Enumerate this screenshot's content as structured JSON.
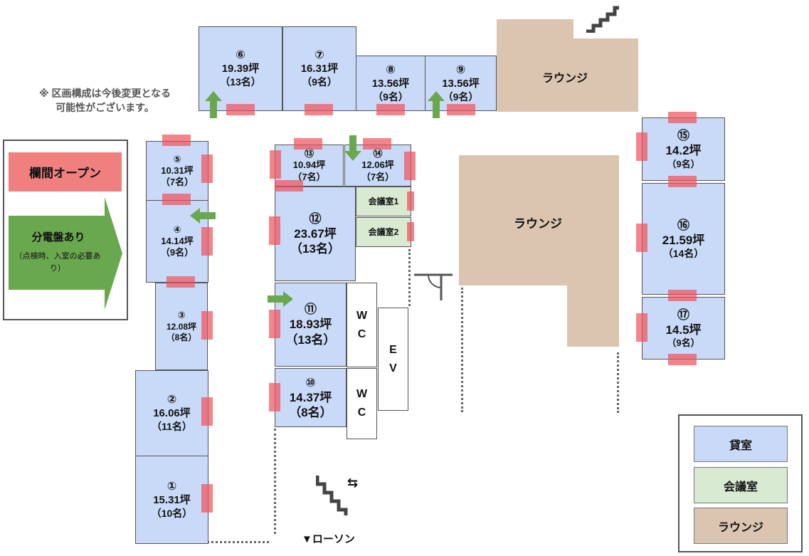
{
  "note": [
    "※ 区画構成は今後変更となる",
    "可能性がございます。"
  ],
  "legend_left": {
    "open_transom": "欄間オープン",
    "panel": "分電盤あり",
    "panel_note": "（点検時、入室の必要あり）"
  },
  "legend_right": {
    "rental": "貸室",
    "meeting": "会議室",
    "lounge": "ラウンジ"
  },
  "colors": {
    "rental": "#c9daf8",
    "meeting": "#d9ead3",
    "lounge": "#dcc5b0",
    "transom": "#f08080",
    "panel": "#6aa84f"
  },
  "rooms": {
    "r1": {
      "n": "①",
      "a": "15.31坪",
      "p": "（10名）"
    },
    "r2": {
      "n": "②",
      "a": "16.06坪",
      "p": "（11名）"
    },
    "r3": {
      "n": "③",
      "a": "12.08坪",
      "p": "（8名）"
    },
    "r4": {
      "n": "④",
      "a": "14.14坪",
      "p": "（9名）"
    },
    "r5": {
      "n": "⑤",
      "a": "10.31坪",
      "p": "（7名）"
    },
    "r6": {
      "n": "⑥",
      "a": "19.39坪",
      "p": "（13名）"
    },
    "r7": {
      "n": "⑦",
      "a": "16.31坪",
      "p": "（9名）"
    },
    "r8": {
      "n": "⑧",
      "a": "13.56坪",
      "p": "（9名）"
    },
    "r9": {
      "n": "⑨",
      "a": "13.56坪",
      "p": "（9名）"
    },
    "r10": {
      "n": "⑩",
      "a": "14.37坪",
      "p": "（8名）"
    },
    "r11": {
      "n": "⑪",
      "a": "18.93坪",
      "p": "（13名）"
    },
    "r12": {
      "n": "⑫",
      "a": "23.67坪",
      "p": "（13名）"
    },
    "r13": {
      "n": "⑬",
      "a": "10.94坪",
      "p": "（7名）"
    },
    "r14": {
      "n": "⑭",
      "a": "12.06坪",
      "p": "（7名）"
    },
    "r15": {
      "n": "⑮",
      "a": "14.2坪",
      "p": "（9名）"
    },
    "r16": {
      "n": "⑯",
      "a": "21.59坪",
      "p": "（14名）"
    },
    "r17": {
      "n": "⑰",
      "a": "14.5坪",
      "p": "（9名）"
    }
  },
  "meeting1": "会議室1",
  "meeting2": "会議室2",
  "wc": [
    "W",
    "C"
  ],
  "ev": [
    "E",
    "V"
  ],
  "lounge_label": "ラウンジ",
  "exit_label": "▼ローソン",
  "escalator": "⇆"
}
